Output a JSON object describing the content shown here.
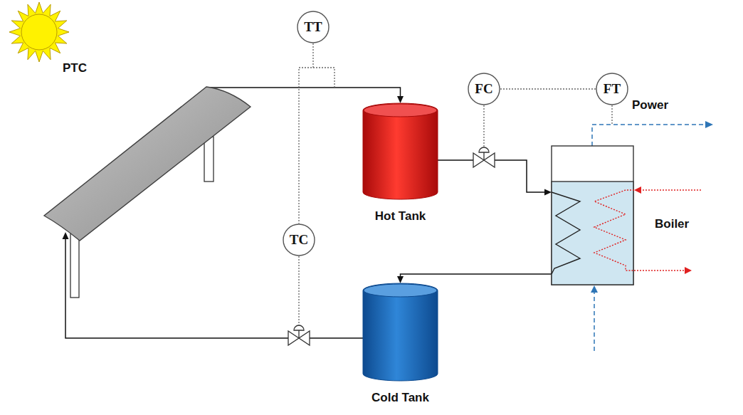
{
  "diagram": {
    "nodes": [
      {
        "text": [
          "TT"
        ]
      },
      {
        "text": [
          "FC"
        ]
      },
      {
        "text": [
          "FT"
        ]
      },
      {
        "text": [
          "PTC"
        ]
      },
      {
        "text": [
          "Hot Tank"
        ]
      },
      {
        "text": [
          "Boiler"
        ]
      },
      {
        "text": [
          "TC"
        ]
      },
      {
        "text": [
          "Cold Tank"
        ]
      }
    ],
    "edges": [
      {
        "from": 3,
        "to": 4,
        "arrow": "to"
      },
      {
        "from": 4,
        "to": 5,
        "arrow": "to"
      },
      {
        "from": 5,
        "to": 7,
        "arrow": "to"
      },
      {
        "from": 7,
        "to": 3,
        "arrow": "to"
      },
      {
        "from": 0,
        "to": 6,
        "arrow": "none"
      },
      {
        "from": 1,
        "to": 2,
        "arrow": "none"
      }
    ],
    "labels": [
      "Power"
    ]
  }
}
